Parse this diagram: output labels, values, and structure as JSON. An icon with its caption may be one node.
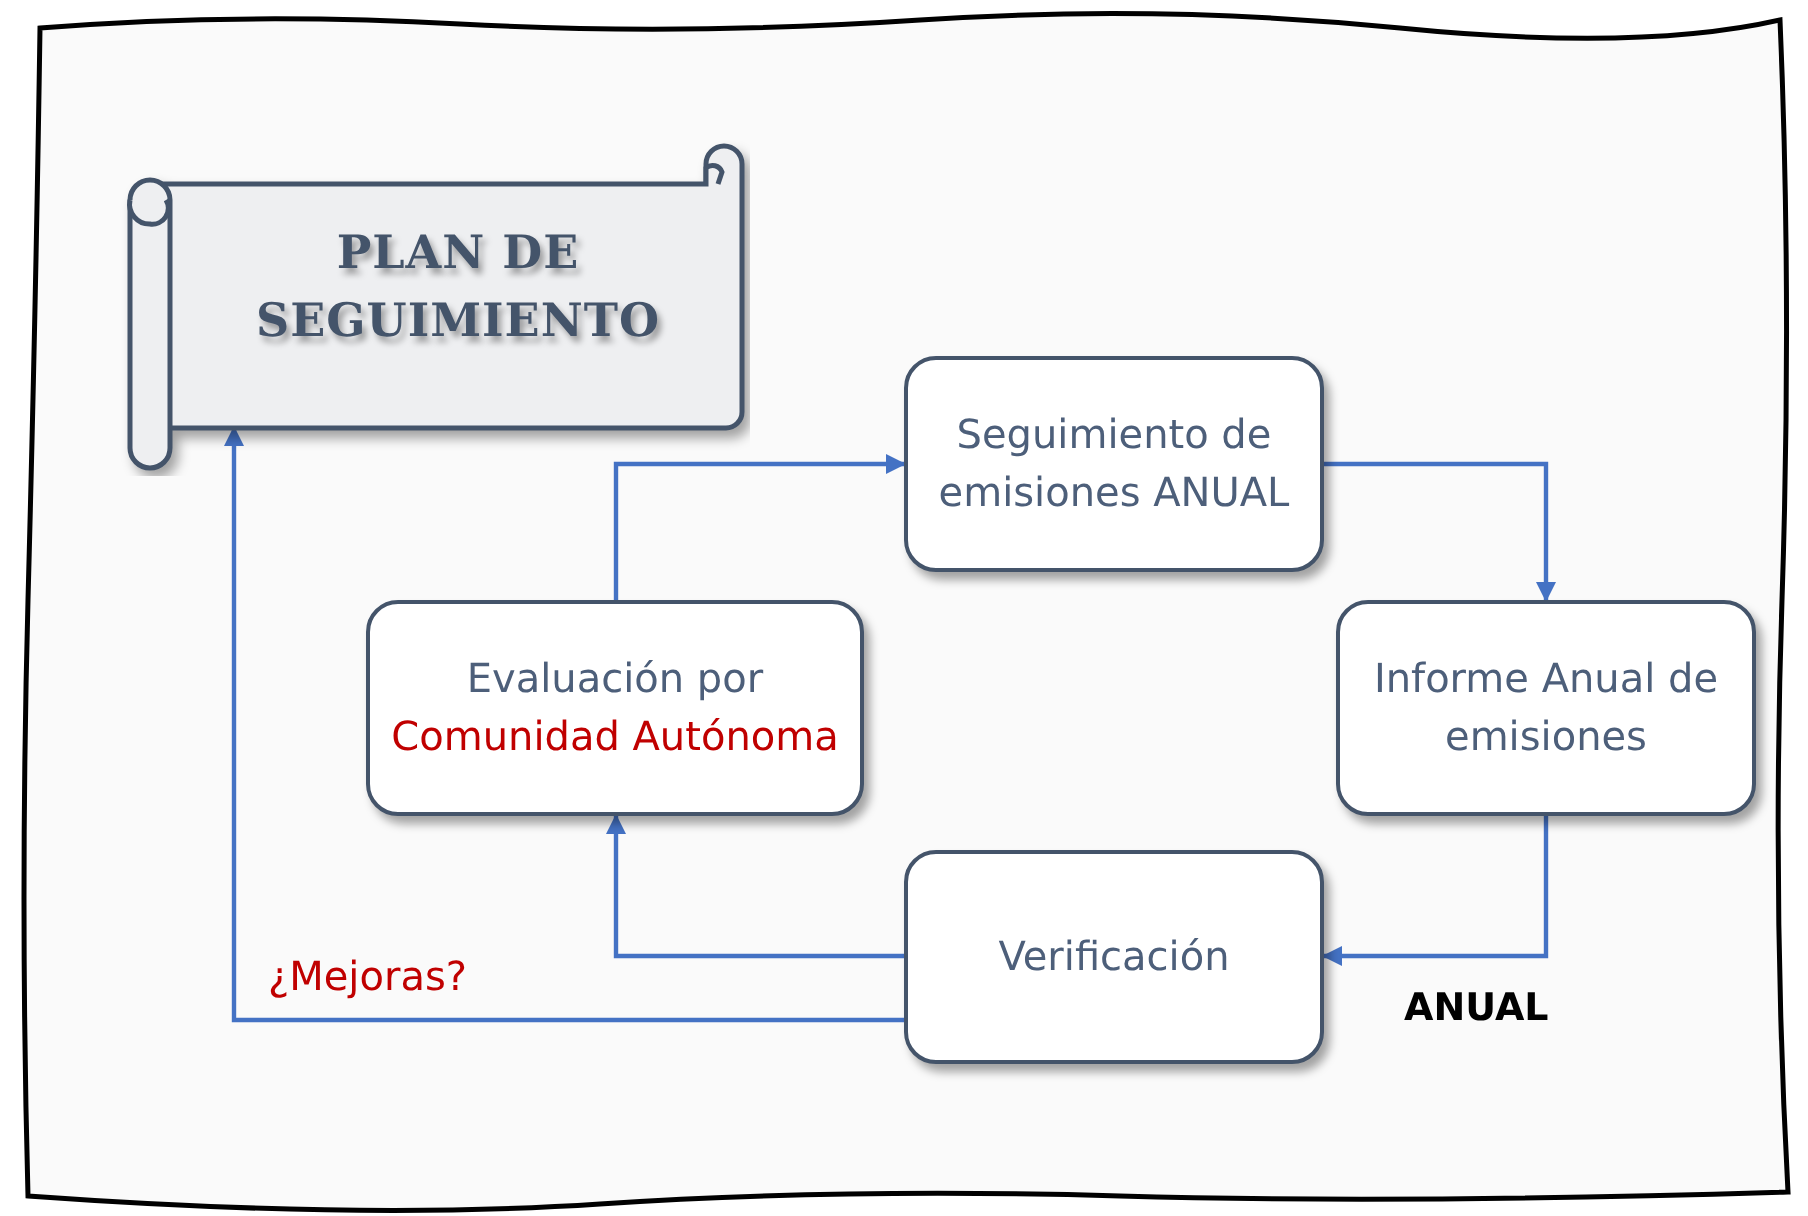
{
  "diagram": {
    "nodes": [
      {
        "text": [
          "PLAN DE SEGUIMIENTO"
        ]
      },
      {
        "text": [
          "Seguimiento de emisiones ANUAL"
        ]
      },
      {
        "text": [
          "Informe Anual de emisiones"
        ]
      },
      {
        "text": [
          "Verificación"
        ]
      },
      {
        "text": [
          "Evaluación por",
          "Comunidad Autónoma"
        ]
      }
    ],
    "edges": [
      {
        "from": 4,
        "to": 1,
        "arrow": "to"
      },
      {
        "from": 1,
        "to": 2,
        "arrow": "to"
      },
      {
        "from": 2,
        "to": 3,
        "arrow": "to"
      },
      {
        "from": 3,
        "to": 4,
        "arrow": "to"
      },
      {
        "from": 3,
        "to": 0,
        "arrow": "to",
        "label": "¿Mejoras?"
      }
    ],
    "labels": [
      "ANUAL"
    ]
  }
}
